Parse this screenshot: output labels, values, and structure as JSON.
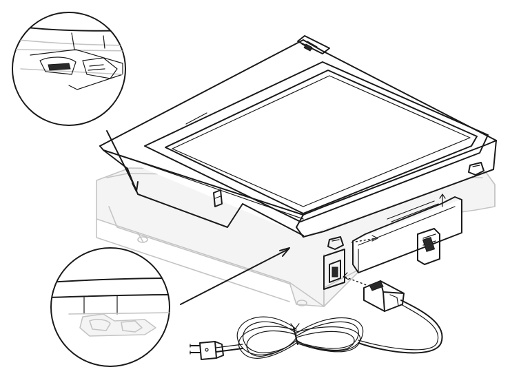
{
  "figure": {
    "colors": {
      "line": "#1a1a1a",
      "ghost_base": "#c4c4c4",
      "background": "#ffffff"
    },
    "parts": [
      "scanner-lid",
      "glass-platen",
      "base-ghost",
      "transparency-adapter-bracket",
      "power-cable",
      "power-plug",
      "ac-inlet"
    ]
  }
}
